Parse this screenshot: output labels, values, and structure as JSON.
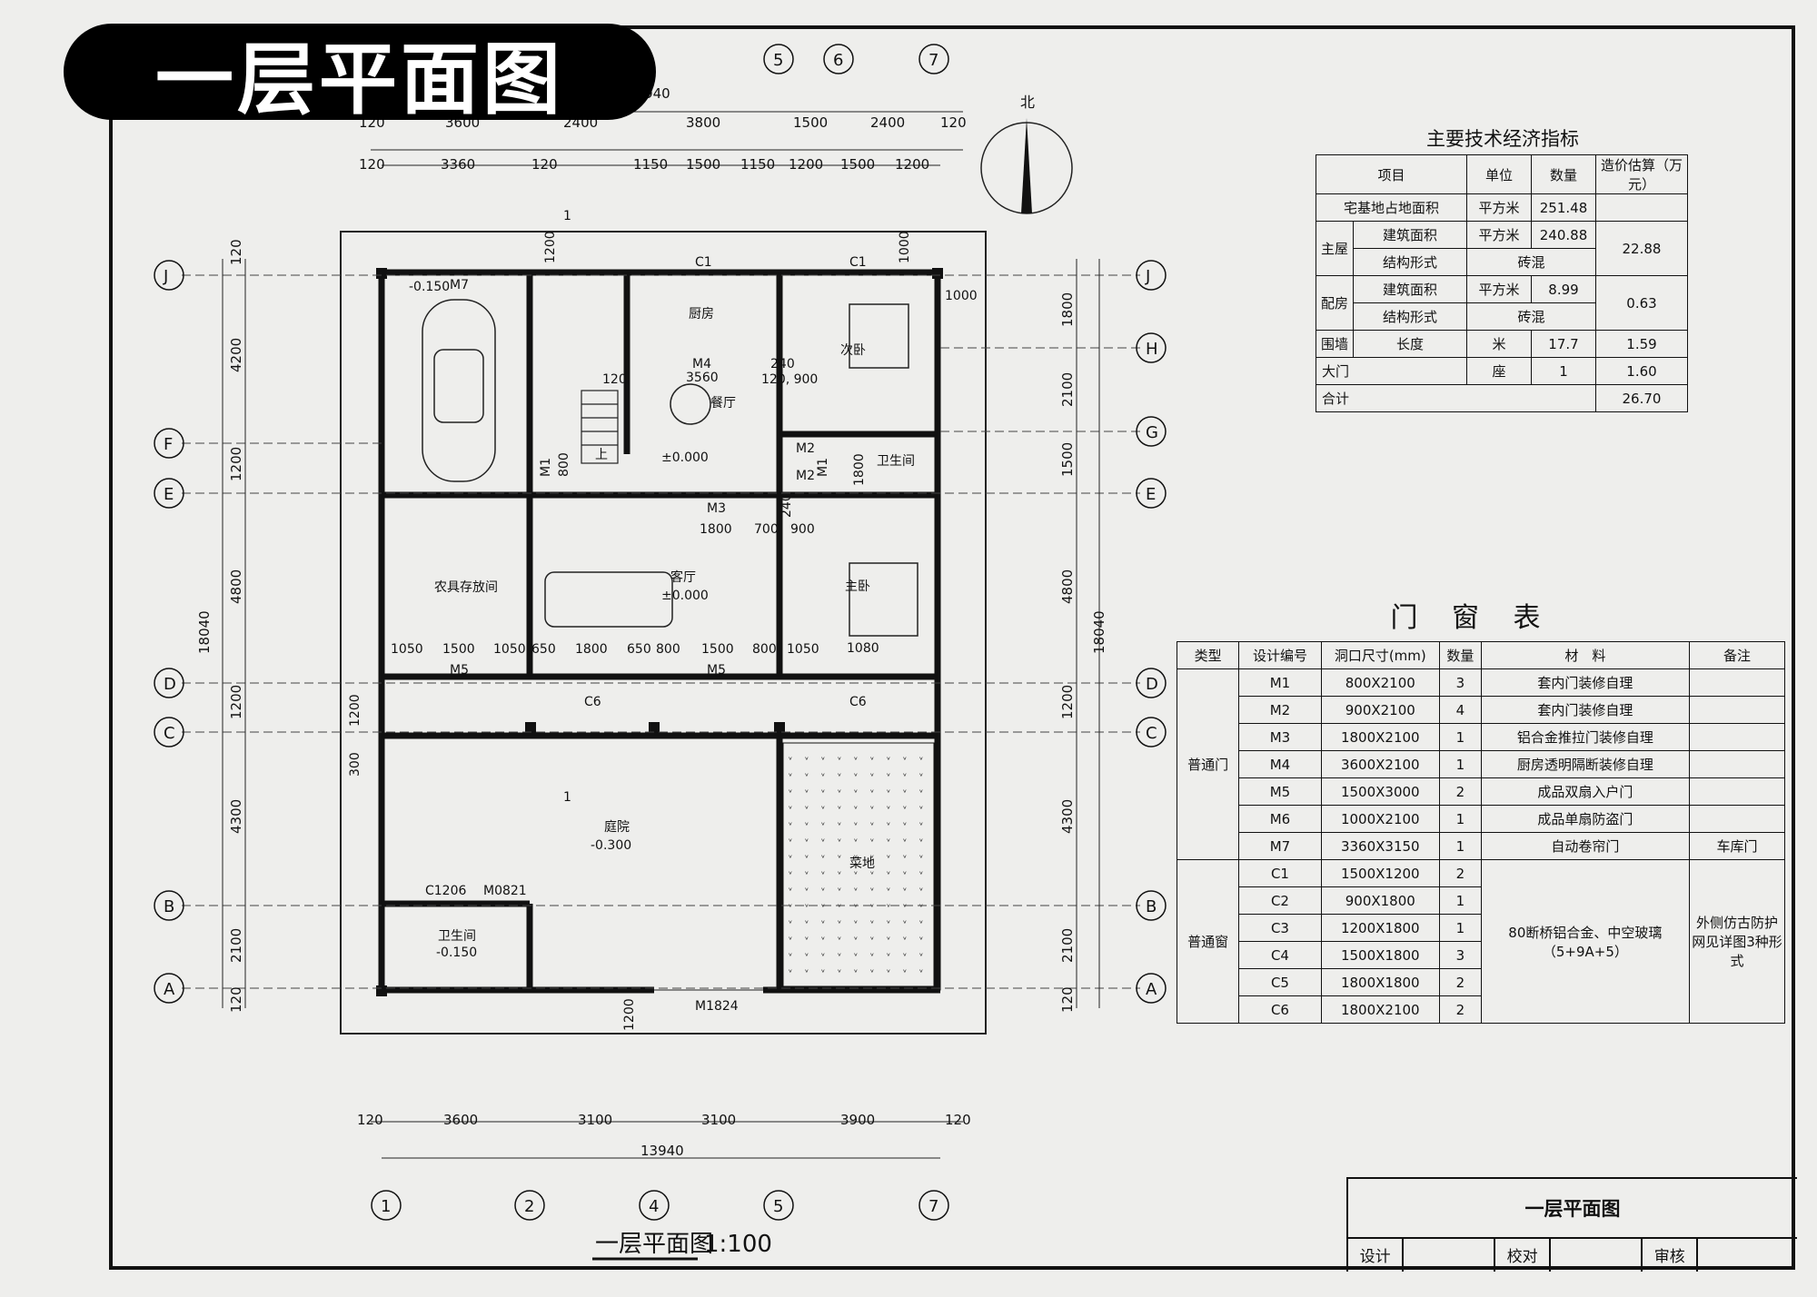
{
  "banner_title": "一层平面图",
  "drawing_caption": "一层平面图",
  "drawing_scale": "1:100",
  "north_label": "北",
  "top_dims_row1": [
    "120",
    "3600",
    "2400",
    "3800",
    "1500",
    "2400",
    "120"
  ],
  "top_dims_row2": [
    "120",
    "3360",
    "120",
    "1150",
    "1500",
    "1150",
    "1200",
    "1500",
    "1200"
  ],
  "top_total": "13940",
  "bottom_dims": [
    "120",
    "3600",
    "3100",
    "3100",
    "3900",
    "120"
  ],
  "bottom_total": "13940",
  "left_dims": [
    "120",
    "4200",
    "1200",
    "4800",
    "1200",
    "4300",
    "2100",
    "120"
  ],
  "left_total": "18040",
  "right_dims": [
    "1800",
    "2100",
    "1500",
    "4800",
    "1200",
    "4300",
    "2100",
    "120"
  ],
  "right_total": "18040",
  "axis_top": [
    "5",
    "6",
    "7"
  ],
  "axis_bottom": [
    "1",
    "2",
    "4",
    "5",
    "7"
  ],
  "axis_left": [
    "J",
    "F",
    "E",
    "D",
    "C",
    "B",
    "A"
  ],
  "axis_right": [
    "J",
    "H",
    "G",
    "E",
    "D",
    "C",
    "B",
    "A"
  ],
  "rooms": {
    "garage_door": "M7",
    "garage_level": "-0.150",
    "kitchen": "厨房",
    "dining": "餐厅",
    "dining_level": "±0.000",
    "bedroom_top": "次卧",
    "toilet": "卫生间",
    "storage": "农具存放间",
    "living": "客厅",
    "living_level": "±0.000",
    "master": "主卧",
    "courtyard": "庭院",
    "courtyard_level": "-0.300",
    "garden": "菜地",
    "wc": "卫生间",
    "wc_level": "-0.150",
    "stair_up": "上"
  },
  "plan_labels": {
    "c1a": "C1",
    "c1b": "C1",
    "m4": "M4",
    "m4_dim": "3560",
    "m1a": "M1",
    "m1b": "M1",
    "m2a": "M2",
    "m2b": "M2",
    "m3": "M3",
    "m3_dim": "1800",
    "m5a": "M5",
    "m5b": "M5",
    "c6a": "C6",
    "c6b": "C6",
    "c1206": "C1206",
    "m0821": "M0821",
    "m1824": "M1824",
    "d120": "120",
    "d240a": "240",
    "d900a": "120, 900",
    "d800": "800",
    "d700": "700",
    "d900b": "900",
    "d240b": "240",
    "d1800v": "1800",
    "d1000": "1000",
    "d1200top": "1200",
    "d1000b": "1000",
    "d1200c": "1200",
    "d300": "300",
    "d1200b": "1200",
    "row_c_dims": [
      "1050",
      "1500",
      "1050",
      "650",
      "1800",
      "650",
      "800",
      "1500",
      "800",
      "1050"
    ],
    "sec1": "1",
    "sec2": "1",
    "d1080": "1080"
  },
  "tech_table": {
    "title": "主要技术经济指标",
    "headers": [
      "项目",
      "单位",
      "数量",
      "造价估算（万元）"
    ],
    "rows": [
      {
        "a": "宅基地占地面积",
        "unit": "平方米",
        "qty": "251.48",
        "cost": ""
      },
      {
        "group": "主屋",
        "a": "建筑面积",
        "unit": "平方米",
        "qty": "240.88",
        "cost": "22.88"
      },
      {
        "a": "结构形式",
        "merged": "砖混"
      },
      {
        "group": "配房",
        "a": "建筑面积",
        "unit": "平方米",
        "qty": "8.99",
        "cost": "0.63"
      },
      {
        "a": "结构形式",
        "merged": "砖混"
      },
      {
        "group": "围墙",
        "a": "长度",
        "unit": "米",
        "qty": "17.7",
        "cost": "1.59"
      },
      {
        "group": "大门",
        "a": "",
        "unit": "座",
        "qty": "1",
        "cost": "1.60"
      },
      {
        "group": "合计",
        "a": "",
        "unit": "",
        "qty": "",
        "cost": "26.70"
      }
    ]
  },
  "door_table": {
    "title": "门 窗 表",
    "headers": [
      "类型",
      "设计编号",
      "洞口尺寸(mm)",
      "数量",
      "材　料",
      "备注"
    ],
    "door_type": "普通门",
    "window_type": "普通窗",
    "doors": [
      {
        "code": "M1",
        "size": "800X2100",
        "qty": "3",
        "mat": "套内门装修自理",
        "note": ""
      },
      {
        "code": "M2",
        "size": "900X2100",
        "qty": "4",
        "mat": "套内门装修自理",
        "note": ""
      },
      {
        "code": "M3",
        "size": "1800X2100",
        "qty": "1",
        "mat": "铝合金推拉门装修自理",
        "note": ""
      },
      {
        "code": "M4",
        "size": "3600X2100",
        "qty": "1",
        "mat": "厨房透明隔断装修自理",
        "note": ""
      },
      {
        "code": "M5",
        "size": "1500X3000",
        "qty": "2",
        "mat": "成品双扇入户门",
        "note": ""
      },
      {
        "code": "M6",
        "size": "1000X2100",
        "qty": "1",
        "mat": "成品单扇防盗门",
        "note": ""
      },
      {
        "code": "M7",
        "size": "3360X3150",
        "qty": "1",
        "mat": "自动卷帘门",
        "note": "车库门"
      }
    ],
    "windows": [
      {
        "code": "C1",
        "size": "1500X1200",
        "qty": "2"
      },
      {
        "code": "C2",
        "size": "900X1800",
        "qty": "1"
      },
      {
        "code": "C3",
        "size": "1200X1800",
        "qty": "1"
      },
      {
        "code": "C4",
        "size": "1500X1800",
        "qty": "3"
      },
      {
        "code": "C5",
        "size": "1800X1800",
        "qty": "2"
      },
      {
        "code": "C6",
        "size": "1800X2100",
        "qty": "2"
      }
    ],
    "window_material": "80断桥铝合金、中空玻璃（5+9A+5）",
    "window_note": "外侧仿古防护网见详图3种形式"
  },
  "title_block": {
    "name": "一层平面图",
    "design": "设计",
    "check": "校对",
    "review": "审核"
  }
}
